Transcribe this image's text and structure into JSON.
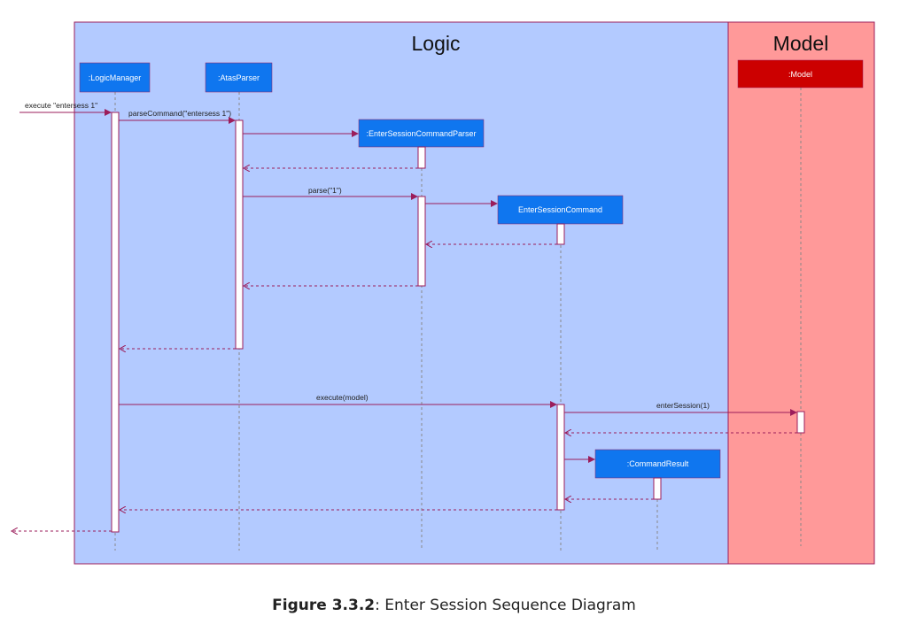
{
  "frames": [
    {
      "id": "logic",
      "title": "Logic",
      "fill": "#b3caff",
      "border": "#9b1d5b"
    },
    {
      "id": "model",
      "title": "Model",
      "fill": "#ff9999",
      "border": "#9b1d5b"
    }
  ],
  "participants": [
    {
      "id": "lm",
      "label": ":LogicManager",
      "fill": "#0f76ef"
    },
    {
      "id": "ap",
      "label": ":AtasParser",
      "fill": "#0f76ef"
    },
    {
      "id": "escp",
      "label": ":EnterSessionCommandParser",
      "fill": "#0f76ef"
    },
    {
      "id": "esc",
      "label": "EnterSessionCommand",
      "fill": "#0f76ef"
    },
    {
      "id": "cr",
      "label": ":CommandResult",
      "fill": "#0f76ef"
    },
    {
      "id": "model",
      "label": ":Model",
      "fill": "#cc0000"
    }
  ],
  "messages": [
    {
      "id": "execute-call",
      "label": "execute \"entersess 1\""
    },
    {
      "id": "parse-command-call",
      "label": "parseCommand(\"entersess 1\")"
    },
    {
      "id": "parse-call",
      "label": "parse(\"1\")"
    },
    {
      "id": "execute-model-call",
      "label": "execute(model)"
    },
    {
      "id": "enter-session-call",
      "label": "enterSession(1)"
    }
  ],
  "colors": {
    "message_line": "#9b1d5b",
    "lifeline": "#888888"
  },
  "caption": {
    "bold": "Figure 3.3.2",
    "text": ": Enter Session Sequence Diagram"
  }
}
